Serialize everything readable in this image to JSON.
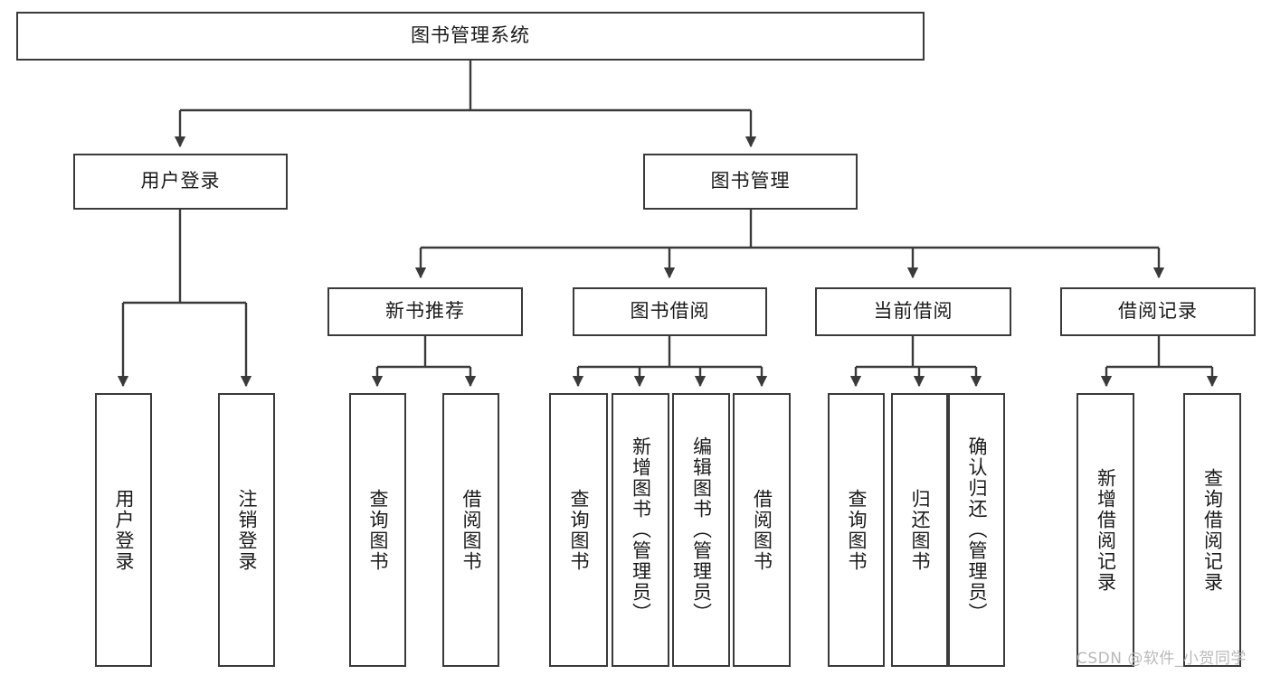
{
  "diagram": {
    "title": "图书管理系统",
    "type": "tree-hierarchy",
    "orientation": "top-down",
    "box_border_color": "#3a3a3a",
    "box_fill_color": "#ffffff",
    "edge_color": "#3a3a3a",
    "background_color": "#ffffff"
  },
  "nodes": {
    "root": {
      "label": "图书管理系统"
    },
    "level2": [
      {
        "label": "用户登录"
      },
      {
        "label": "图书管理"
      }
    ],
    "level3": [
      {
        "label": "新书推荐"
      },
      {
        "label": "图书借阅"
      },
      {
        "label": "当前借阅"
      },
      {
        "label": "借阅记录"
      }
    ],
    "leaves_user_login": [
      {
        "label": "用户登录"
      },
      {
        "label": "注销登录"
      }
    ],
    "leaves_new_book": [
      {
        "label": "查询图书"
      },
      {
        "label": "借阅图书"
      }
    ],
    "leaves_borrow": [
      {
        "label": "查询图书"
      },
      {
        "label": "新增图书（管理员）"
      },
      {
        "label": "编辑图书（管理员）"
      },
      {
        "label": "借阅图书"
      }
    ],
    "leaves_current": [
      {
        "label": "查询图书"
      },
      {
        "label": "归还图书"
      },
      {
        "label": "确认归还（管理员）"
      }
    ],
    "leaves_record": [
      {
        "label": "新增借阅记录"
      },
      {
        "label": "查询借阅记录"
      }
    ]
  },
  "watermark": {
    "text": "CSDN @软件_小贺同学"
  }
}
